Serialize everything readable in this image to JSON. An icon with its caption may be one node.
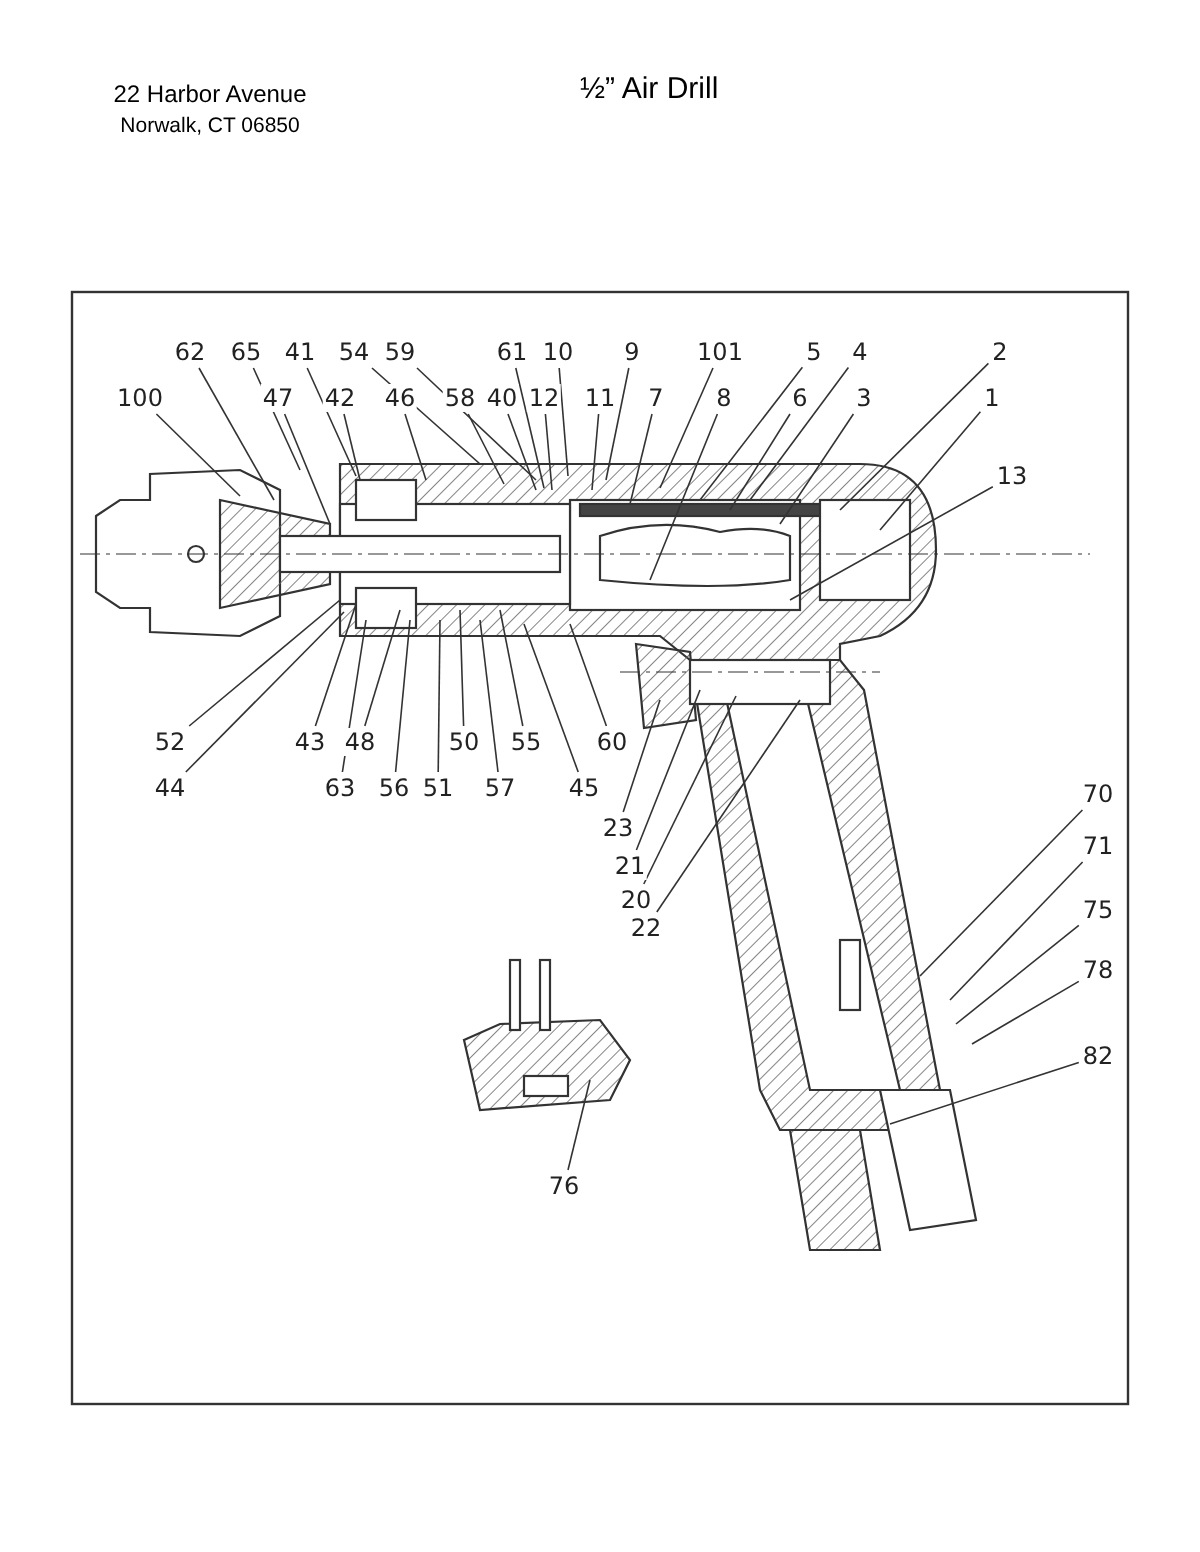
{
  "diagram": {
    "title": "½” Air Drill",
    "nodes": [
      {
        "text": [
          "62"
        ]
      },
      {
        "text": [
          "65"
        ]
      },
      {
        "text": [
          "41"
        ]
      },
      {
        "text": [
          "54"
        ]
      },
      {
        "text": [
          "59"
        ]
      },
      {
        "text": [
          "61"
        ]
      },
      {
        "text": [
          "10"
        ]
      },
      {
        "text": [
          "9"
        ]
      },
      {
        "text": [
          "101"
        ]
      },
      {
        "text": [
          "5"
        ]
      },
      {
        "text": [
          "4"
        ]
      },
      {
        "text": [
          "2"
        ]
      },
      {
        "text": [
          "100"
        ]
      },
      {
        "text": [
          "47"
        ]
      },
      {
        "text": [
          "42"
        ]
      },
      {
        "text": [
          "46"
        ]
      },
      {
        "text": [
          "58"
        ]
      },
      {
        "text": [
          "40"
        ]
      },
      {
        "text": [
          "12"
        ]
      },
      {
        "text": [
          "11"
        ]
      },
      {
        "text": [
          "7"
        ]
      },
      {
        "text": [
          "8"
        ]
      },
      {
        "text": [
          "6"
        ]
      },
      {
        "text": [
          "3"
        ]
      },
      {
        "text": [
          "1"
        ]
      },
      {
        "text": [
          "13"
        ]
      },
      {
        "text": [
          "52"
        ]
      },
      {
        "text": [
          "43"
        ]
      },
      {
        "text": [
          "48"
        ]
      },
      {
        "text": [
          "50"
        ]
      },
      {
        "text": [
          "55"
        ]
      },
      {
        "text": [
          "60"
        ]
      },
      {
        "text": [
          "44"
        ]
      },
      {
        "text": [
          "63"
        ]
      },
      {
        "text": [
          "56"
        ]
      },
      {
        "text": [
          "51"
        ]
      },
      {
        "text": [
          "57"
        ]
      },
      {
        "text": [
          "45"
        ]
      },
      {
        "text": [
          "23"
        ]
      },
      {
        "text": [
          "21"
        ]
      },
      {
        "text": [
          "20"
        ]
      },
      {
        "text": [
          "22"
        ]
      },
      {
        "text": [
          "70"
        ]
      },
      {
        "text": [
          "71"
        ]
      },
      {
        "text": [
          "75"
        ]
      },
      {
        "text": [
          "78"
        ]
      },
      {
        "text": [
          "82"
        ]
      },
      {
        "text": [
          "76"
        ]
      }
    ],
    "edges": [
      {
        "from": 0,
        "to": null,
        "arrow": "none"
      },
      {
        "from": 1,
        "to": null,
        "arrow": "none"
      },
      {
        "from": 2,
        "to": null,
        "arrow": "none"
      },
      {
        "from": 3,
        "to": null,
        "arrow": "none"
      },
      {
        "from": 4,
        "to": null,
        "arrow": "none"
      },
      {
        "from": 5,
        "to": null,
        "arrow": "none"
      },
      {
        "from": 6,
        "to": null,
        "arrow": "none"
      },
      {
        "from": 7,
        "to": null,
        "arrow": "none"
      },
      {
        "from": 8,
        "to": null,
        "arrow": "none"
      },
      {
        "from": 9,
        "to": null,
        "arrow": "none"
      },
      {
        "from": 10,
        "to": null,
        "arrow": "none"
      },
      {
        "from": 11,
        "to": null,
        "arrow": "none"
      },
      {
        "from": 12,
        "to": null,
        "arrow": "none"
      },
      {
        "from": 13,
        "to": null,
        "arrow": "none"
      },
      {
        "from": 14,
        "to": null,
        "arrow": "none"
      },
      {
        "from": 15,
        "to": null,
        "arrow": "none"
      },
      {
        "from": 16,
        "to": null,
        "arrow": "none"
      },
      {
        "from": 17,
        "to": null,
        "arrow": "none"
      },
      {
        "from": 18,
        "to": null,
        "arrow": "none"
      },
      {
        "from": 19,
        "to": null,
        "arrow": "none"
      },
      {
        "from": 20,
        "to": null,
        "arrow": "none"
      },
      {
        "from": 21,
        "to": null,
        "arrow": "none"
      },
      {
        "from": 22,
        "to": null,
        "arrow": "none"
      },
      {
        "from": 23,
        "to": null,
        "arrow": "none"
      },
      {
        "from": 24,
        "to": null,
        "arrow": "none"
      },
      {
        "from": 25,
        "to": null,
        "arrow": "none"
      },
      {
        "from": 26,
        "to": null,
        "arrow": "none"
      },
      {
        "from": 27,
        "to": null,
        "arrow": "none"
      },
      {
        "from": 28,
        "to": null,
        "arrow": "none"
      },
      {
        "from": 29,
        "to": null,
        "arrow": "none"
      },
      {
        "from": 30,
        "to": null,
        "arrow": "none"
      },
      {
        "from": 31,
        "to": null,
        "arrow": "none"
      },
      {
        "from": 32,
        "to": null,
        "arrow": "none"
      },
      {
        "from": 33,
        "to": null,
        "arrow": "none"
      },
      {
        "from": 34,
        "to": null,
        "arrow": "none"
      },
      {
        "from": 35,
        "to": null,
        "arrow": "none"
      },
      {
        "from": 36,
        "to": null,
        "arrow": "none"
      },
      {
        "from": 37,
        "to": null,
        "arrow": "none"
      },
      {
        "from": 38,
        "to": null,
        "arrow": "none"
      },
      {
        "from": 39,
        "to": null,
        "arrow": "none"
      },
      {
        "from": 40,
        "to": null,
        "arrow": "none"
      },
      {
        "from": 41,
        "to": null,
        "arrow": "none"
      },
      {
        "from": 42,
        "to": null,
        "arrow": "none"
      },
      {
        "from": 43,
        "to": null,
        "arrow": "none"
      },
      {
        "from": 44,
        "to": null,
        "arrow": "none"
      },
      {
        "from": 45,
        "to": null,
        "arrow": "none"
      },
      {
        "from": 46,
        "to": null,
        "arrow": "none"
      },
      {
        "from": 47,
        "to": null,
        "arrow": "none"
      }
    ],
    "labels": [
      "22 Harbor Avenue",
      "Norwalk, CT 06850"
    ]
  }
}
